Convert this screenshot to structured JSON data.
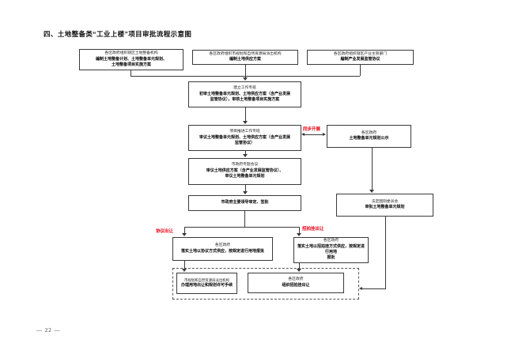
{
  "page": {
    "title": "四、土地整备类“工业上楼”项目审批流程示意图",
    "page_number": "— 22 —"
  },
  "flowchart": {
    "colors": {
      "label_red": "#e60012",
      "line": "#3a3a3a"
    },
    "labels": {
      "sync": "同步开展",
      "agreement": "协议出让",
      "auction": "招拍挂出让"
    },
    "boxes": {
      "prep_agency": {
        "header": "各区政府组织辖区土地整备机构",
        "lines": [
          "编制土地整备计划、土地整备单元规划、",
          "土地整备项目实施方案"
        ]
      },
      "supply_plan": {
        "header": "各区政府组织市规划和自然资源局派出机构",
        "lines": [
          "编制土地供应方案"
        ]
      },
      "industry_dept": {
        "header": "各区政府组织辖区产业主管部门",
        "lines": [
          "编制产业发展监管协议"
        ]
      },
      "work_team": {
        "header": "建立工作专班",
        "lines": [
          "初审土地整备单元规划、土地供应方案（含产业发展",
          "监管协议），审核土地整备项目实施方案"
        ]
      },
      "promotion_team": {
        "header": "项目推进工作专班",
        "lines": [
          "审议土地整备单元规划、土地供应方案（含产业发展",
          "监管协议）"
        ]
      },
      "plan_publicity": {
        "header": "各区政府",
        "lines": [
          "土地整备单元规划公示"
        ]
      },
      "topic_meeting": {
        "header": "市政府专题会议",
        "lines": [
          "审议土地供应方案（含产业发展监管协议）、",
          "审议土地整备单元规划"
        ]
      },
      "leader_approval": {
        "lines": [
          "市政府主要领导审定、签批"
        ]
      },
      "statutory_committee": {
        "header": "法定图则委员会",
        "lines": [
          "审批土地整备单元规划"
        ]
      },
      "agreement_supply": {
        "header": "各区政府",
        "lines": [
          "落实土地以协议方式供应，按规定进行用地报批"
        ]
      },
      "auction_supply": {
        "header": "各区政府",
        "lines": [
          "落实土地以招拍挂方式供应，按规定进行用地",
          "报批"
        ]
      },
      "permit_office": {
        "header": "市规划和自然资源局派出机构",
        "lines": [
          "办理用地出让和规划许可手续"
        ]
      },
      "auction_org": {
        "header": "各区政府",
        "lines": [
          "组织招拍挂出让"
        ]
      }
    }
  }
}
